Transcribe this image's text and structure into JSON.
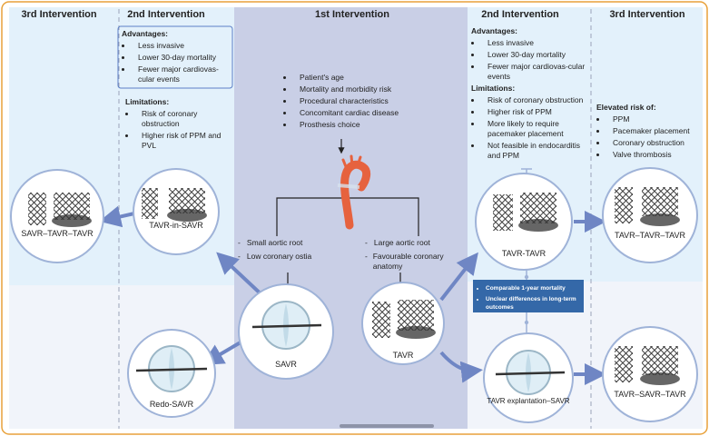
{
  "headers": {
    "left_third": "3rd Intervention",
    "left_second": "2nd Intervention",
    "center_first": "1st Intervention",
    "right_second": "2nd Intervention",
    "right_third": "3rd Intervention"
  },
  "left_second_box": {
    "advantages_title": "Advantages:",
    "advantages": [
      "Less invasive",
      "Lower 30-day mortality",
      "Fewer major cardiovas-cular events"
    ],
    "limitations_title": "Limitations:",
    "limitations": [
      "Risk of coronary obstruction",
      "Higher risk of PPM and PVL"
    ]
  },
  "center_factors": [
    "Patient's age",
    "Mortality and morbidity risk",
    "Procedural characteristics",
    "Concomitant cardiac disease",
    "Prosthesis choice"
  ],
  "center_branches": {
    "left": [
      "Small aortic root",
      "Low coronary ostia"
    ],
    "right": [
      "Large aortic root",
      "Favourable coronary anatomy"
    ]
  },
  "right_second_box": {
    "advantages_title": "Advantages:",
    "advantages": [
      "Less invasive",
      "Lower 30-day mortality",
      "Fewer major cardiovas-cular events"
    ],
    "limitations_title": "Limitations:",
    "limitations": [
      "Risk of coronary obstruction",
      "Higher risk of PPM",
      "More likely to require pacemaker placement",
      "Not feasible in endocarditis and PPM"
    ]
  },
  "right_third_box": {
    "title": "Elevated risk of:",
    "items": [
      "PPM",
      "Pacemaker placement",
      "Coronary obstruction",
      "Valve thrombosis"
    ]
  },
  "blue_note": {
    "items": [
      "Comparable 1-year mortality",
      "Unclear differences in long-term outcomes"
    ]
  },
  "circles": {
    "savr_tavr_tavr": "SAVR–TAVR–TAVR",
    "tavr_in_savr": "TAVR-in-SAVR",
    "savr": "SAVR",
    "tavr": "TAVR",
    "redo_savr": "Redo-SAVR",
    "tavr_tavr": "TAVR-TAVR",
    "tavr_tavr_tavr": "TAVR–TAVR–TAVR",
    "tavr_explantation_savr": "TAVR explantation–SAVR",
    "tavr_savr_tavr": "TAVR–SAVR–TAVR"
  },
  "colors": {
    "left_top_bg": "#e3f1fb",
    "center_bg": "#c9cfe6",
    "right_top_bg": "#e3f1fb",
    "bottom_bg": "#f3f5fb",
    "arrow": "#6f86c4",
    "note_bg": "#3468a8",
    "frame": "#e8a13a"
  }
}
